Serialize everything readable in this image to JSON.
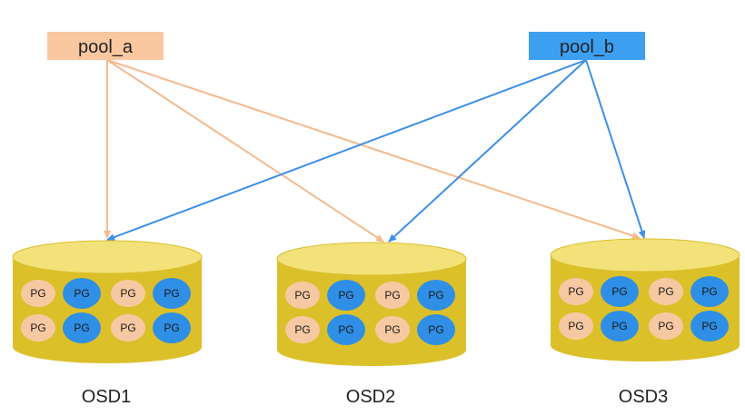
{
  "pools": [
    {
      "name": "pool_a",
      "color": "#f9c7a0"
    },
    {
      "name": "pool_b",
      "color": "#3d9ff0"
    }
  ],
  "osds": [
    {
      "name": "OSD1",
      "pgs": [
        "a",
        "b",
        "a",
        "b",
        "a",
        "b",
        "a",
        "b"
      ]
    },
    {
      "name": "OSD2",
      "pgs": [
        "a",
        "b",
        "a",
        "b",
        "a",
        "b",
        "a",
        "b"
      ]
    },
    {
      "name": "OSD3",
      "pgs": [
        "a",
        "b",
        "a",
        "b",
        "a",
        "b",
        "a",
        "b"
      ]
    }
  ],
  "pg_label": "PG",
  "colors": {
    "pool_a_line": "#f5b98c",
    "pool_b_line": "#3d8fe8",
    "pg_a_fill": "#f7c9a2",
    "pg_b_fill": "#2f8fe6",
    "disk_body": "#dcc02a",
    "disk_top": "#f3e27a"
  }
}
